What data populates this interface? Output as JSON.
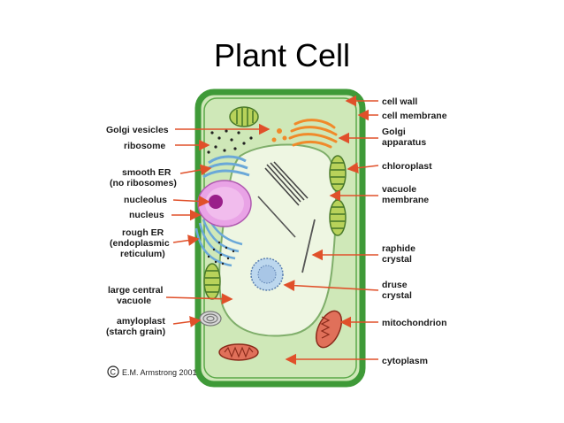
{
  "title": "Plant Cell",
  "colors": {
    "cell_wall": "#3f9a38",
    "cytoplasm": "#cfe8b8",
    "vacuole": "#eef6e2",
    "arrow": "#e0502a",
    "golgi": "#f08a2a",
    "er": "#6aa8d8",
    "nucleus": "#e9a3e6",
    "nucleolus": "#9a1f8a",
    "chloroplast": "#b8d25a",
    "mitochondrion": "#e0705a"
  },
  "labels_left": [
    {
      "id": "golgi-vesicles",
      "lines": [
        "Golgi vesicles"
      ]
    },
    {
      "id": "ribosome",
      "lines": [
        "ribosome"
      ]
    },
    {
      "id": "smooth-er",
      "lines": [
        "smooth ER",
        "(no ribosomes)"
      ]
    },
    {
      "id": "nucleolus",
      "lines": [
        "nucleolus"
      ]
    },
    {
      "id": "nucleus",
      "lines": [
        "nucleus"
      ]
    },
    {
      "id": "rough-er",
      "lines": [
        "rough ER",
        "(endoplasmic",
        "reticulum)"
      ]
    },
    {
      "id": "large-central-vacuole",
      "lines": [
        "large central",
        "vacuole"
      ]
    },
    {
      "id": "amyloplast",
      "lines": [
        "amyloplast",
        "(starch grain)"
      ]
    }
  ],
  "labels_right": [
    {
      "id": "cell-wall",
      "lines": [
        "cell wall"
      ]
    },
    {
      "id": "cell-membrane",
      "lines": [
        "cell membrane"
      ]
    },
    {
      "id": "golgi-apparatus",
      "lines": [
        "Golgi",
        "apparatus"
      ]
    },
    {
      "id": "chloroplast",
      "lines": [
        "chloroplast"
      ]
    },
    {
      "id": "vacuole-membrane",
      "lines": [
        "vacuole",
        "membrane"
      ]
    },
    {
      "id": "raphide-crystal",
      "lines": [
        "raphide",
        "crystal"
      ]
    },
    {
      "id": "druse-crystal",
      "lines": [
        "druse",
        "crystal"
      ]
    },
    {
      "id": "mitochondrion",
      "lines": [
        "mitochondrion"
      ]
    },
    {
      "id": "cytoplasm",
      "lines": [
        "cytoplasm"
      ]
    }
  ],
  "credit": {
    "symbol": "C",
    "text": "E.M. Armstrong 2001"
  }
}
